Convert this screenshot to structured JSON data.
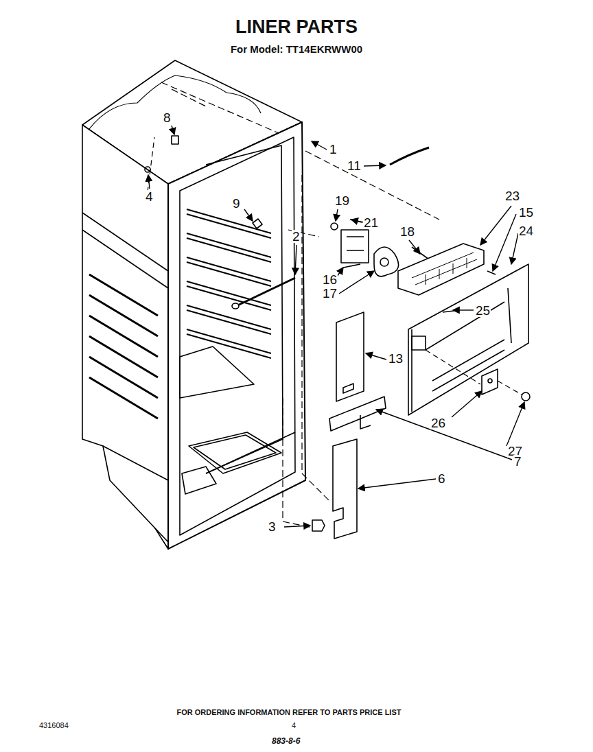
{
  "diagram": {
    "title": "LINER PARTS",
    "labels": [
      "For Model: TT14EKRWW00",
      "8",
      "4",
      "1",
      "11",
      "9",
      "19",
      "21",
      "23",
      "15",
      "24",
      "18",
      "2",
      "16",
      "17",
      "25",
      "13",
      "26",
      "27",
      "7",
      "6",
      "3",
      "FOR ORDERING INFORMATION REFER TO PARTS PRICE LIST",
      "4316084",
      "4",
      "883-8-6"
    ]
  }
}
